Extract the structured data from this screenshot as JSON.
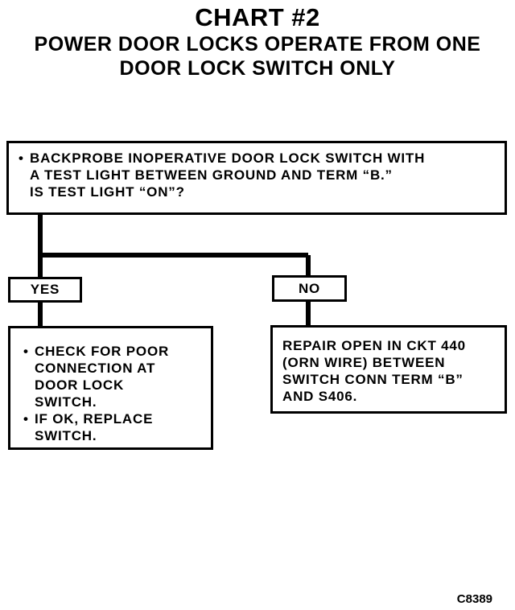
{
  "title": "CHART #2",
  "subtitle_line1": "POWER DOOR LOCKS OPERATE FROM ONE",
  "subtitle_line2": "DOOR LOCK SWITCH ONLY",
  "question": {
    "lines": [
      "BACKPROBE INOPERATIVE DOOR LOCK SWITCH WITH",
      "A TEST LIGHT BETWEEN GROUND AND TERM “B.”",
      "IS TEST LIGHT “ON”?"
    ]
  },
  "yes_label": "YES",
  "no_label": "NO",
  "yes_action": {
    "step1_lines": [
      "CHECK FOR POOR",
      "CONNECTION AT",
      "DOOR LOCK",
      "SWITCH."
    ],
    "step2_lines": [
      "IF OK, REPLACE",
      "SWITCH."
    ]
  },
  "no_action": {
    "lines": [
      "REPAIR OPEN IN CKT 440",
      "(ORN WIRE) BETWEEN",
      "SWITCH CONN TERM “B”",
      "AND S406."
    ]
  },
  "figure_code": "C8389"
}
